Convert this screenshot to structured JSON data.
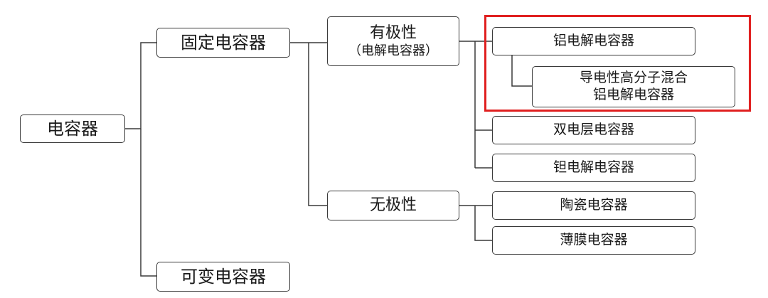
{
  "diagram": {
    "root": {
      "label": "电容器"
    },
    "fixed": {
      "label": "固定电容器"
    },
    "variable": {
      "label": "可变电容器"
    },
    "polar": {
      "label": "有极性",
      "sublabel": "（电解电容器）"
    },
    "nonpolar": {
      "label": "无极性"
    },
    "aluminum": {
      "label": "铝电解电容器"
    },
    "conductive_polymer": {
      "line1": "导电性高分子混合",
      "line2": "铝电解电容器"
    },
    "edlc": {
      "label": "双电层电容器"
    },
    "tantalum": {
      "label": "钽电解电容器"
    },
    "ceramic": {
      "label": "陶瓷电容器"
    },
    "film": {
      "label": "薄膜电容器"
    }
  },
  "colors": {
    "border": "#3a3a3a",
    "line": "#3a3a3a",
    "highlight": "#e02020",
    "text": "#1a1a1a"
  }
}
